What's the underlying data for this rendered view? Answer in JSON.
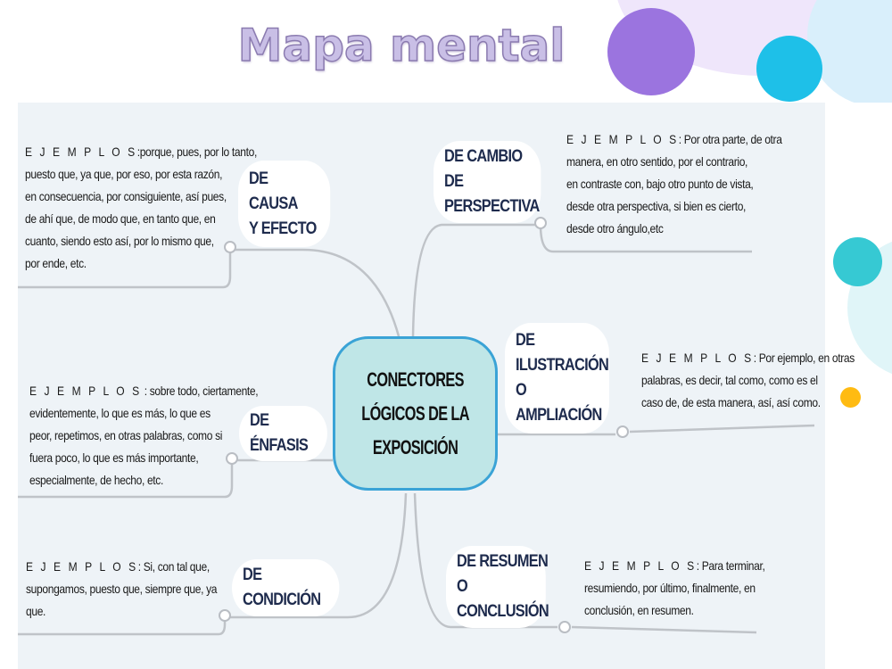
{
  "title": "Mapa mental",
  "colors": {
    "title_fill": "#c9bfe6",
    "title_stroke": "#8b7bb0",
    "panel_bg": "#eef3f7",
    "center_fill": "#bfe6e7",
    "center_border": "#3aa3d6",
    "node_text": "#1e2b4d",
    "connector": "#bfc3c8",
    "deco_purple": "#9b74df",
    "deco_cyan": "#1ec0e8",
    "deco_teal": "#36c9d3",
    "deco_yellow": "#ffbb12"
  },
  "center": {
    "label": "CONECTORES LÓGICOS DE LA EXPOSICIÓN",
    "lines": [
      "CONECTORES",
      "LÓGICOS DE LA",
      "EXPOSICIÓN"
    ]
  },
  "branches": [
    {
      "id": "causa",
      "label_lines": [
        "DE CAUSA",
        "Y EFECTO"
      ],
      "examples_label": "E J E M P L O S",
      "examples_lines": [
        ":porque, pues, por lo tanto,",
        "puesto que, ya que, por eso, por esta razón,",
        "en consecuencia, por consiguiente, así pues,",
        "de ahí que, de modo que, en tanto que, en",
        "cuanto, siendo esto así, por lo mismo que,",
        "por ende, etc."
      ]
    },
    {
      "id": "enfasis",
      "label_lines": [
        "DE ÉNFASIS"
      ],
      "examples_label": "E J E M P L O S",
      "examples_lines": [
        " : sobre todo, ciertamente,",
        "evidentemente, lo que es más, lo que es",
        "peor, repetimos, en otras palabras, como si",
        "fuera poco, lo que es más importante,",
        "especialmente, de hecho, etc."
      ]
    },
    {
      "id": "condicion",
      "label_lines": [
        "DE CONDICIÓN"
      ],
      "examples_label": "E J E M P L O S",
      "examples_lines": [
        ": Si, con tal que,",
        "supongamos, puesto que, siempre que, ya",
        "que."
      ]
    },
    {
      "id": "cambio",
      "label_lines": [
        "DE CAMBIO DE",
        "PERSPECTIVA"
      ],
      "examples_label": "E J E M P L O S",
      "examples_lines": [
        ": Por otra parte, de otra",
        "manera, en otro sentido, por el contrario,",
        "en contraste con, bajo otro punto de vista,",
        "desde otra perspectiva, si bien es cierto,",
        "desde otro ángulo,etc"
      ]
    },
    {
      "id": "ilustracion",
      "label_lines": [
        "DE",
        "ILUSTRACIÓN O",
        "AMPLIACIÓN"
      ],
      "examples_label": "E J E M P L O S",
      "examples_lines": [
        ": Por ejemplo, en otras",
        "palabras, es decir, tal como, como es el",
        "caso de, de esta manera, así, así como."
      ]
    },
    {
      "id": "resumen",
      "label_lines": [
        "DE RESUMEN O",
        "CONCLUSIÓN"
      ],
      "examples_label": "E J E M P L O S",
      "examples_lines": [
        ": Para terminar,",
        "resumiendo, por último, finalmente, en",
        "conclusión, en resumen."
      ]
    }
  ]
}
